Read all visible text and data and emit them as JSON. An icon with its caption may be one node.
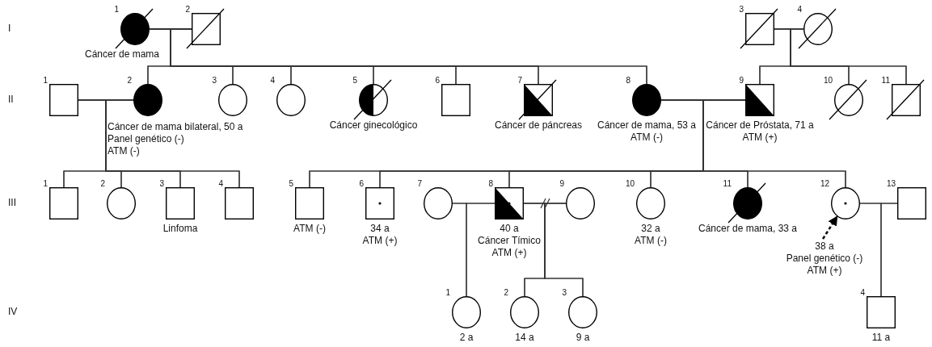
{
  "diagram": {
    "nodes": [
      {
        "text": [
          "1"
        ],
        "beside": [
          "Cáncer de mama"
        ]
      },
      {
        "text": [
          "2"
        ]
      },
      {
        "text": [
          "3"
        ]
      },
      {
        "text": [
          "4"
        ]
      },
      {
        "text": [
          "1"
        ]
      },
      {
        "text": [
          "2"
        ],
        "beside": [
          "Cáncer de mama bilateral, 50 a",
          "Panel genético (-)",
          "ATM (-)"
        ]
      },
      {
        "text": [
          "3"
        ]
      },
      {
        "text": [
          "4"
        ]
      },
      {
        "text": [
          "5"
        ],
        "beside": [
          "Cáncer ginecológico"
        ]
      },
      {
        "text": [
          "6"
        ]
      },
      {
        "text": [
          "7"
        ],
        "beside": [
          "Cáncer de páncreas"
        ]
      },
      {
        "text": [
          "8"
        ],
        "beside": [
          "Cáncer de mama, 53 a",
          "ATM (-)"
        ]
      },
      {
        "text": [
          "9"
        ],
        "beside": [
          "Cáncer de Próstata, 71 a",
          "ATM (+)"
        ]
      },
      {
        "text": [
          "10"
        ]
      },
      {
        "text": [
          "11"
        ]
      },
      {
        "text": [
          "1"
        ]
      },
      {
        "text": [
          "2"
        ]
      },
      {
        "text": [
          "3"
        ],
        "beside": [
          "Linfoma"
        ]
      },
      {
        "text": [
          "4"
        ]
      },
      {
        "text": [
          "5"
        ],
        "beside": [
          "ATM (-)"
        ]
      },
      {
        "text": [
          "6"
        ],
        "beside": [
          "34 a",
          "ATM (+)"
        ]
      },
      {
        "text": [
          "7"
        ]
      },
      {
        "text": [
          "8"
        ],
        "beside": [
          "40 a",
          "Cáncer Tímico",
          "ATM (+)"
        ]
      },
      {
        "text": [
          "9"
        ]
      },
      {
        "text": [
          "10"
        ],
        "beside": [
          "32 a",
          "ATM (-)"
        ]
      },
      {
        "text": [
          "11"
        ],
        "beside": [
          "Cáncer de mama, 33 a"
        ]
      },
      {
        "text": [
          "12"
        ],
        "beside": [
          "38 a",
          "Panel genético (-)",
          "ATM (+)"
        ]
      },
      {
        "text": [
          "13"
        ]
      },
      {
        "text": [
          "1"
        ],
        "beside": [
          "2 a"
        ]
      },
      {
        "text": [
          "2"
        ],
        "beside": [
          "14 a"
        ]
      },
      {
        "text": [
          "3"
        ],
        "beside": [
          "9 a"
        ]
      },
      {
        "text": [
          "4"
        ],
        "beside": [
          "11 a"
        ]
      }
    ],
    "edges": [
      {
        "from": 0,
        "to": 1,
        "arrow": "none"
      },
      {
        "from": 2,
        "to": 3,
        "arrow": "none"
      },
      {
        "from": 4,
        "to": 5,
        "arrow": "none"
      },
      {
        "from": 11,
        "to": 12,
        "arrow": "none"
      },
      {
        "from": 21,
        "to": 22,
        "arrow": "none"
      },
      {
        "from": 22,
        "to": 23,
        "arrow": "none"
      },
      {
        "from": 26,
        "to": 27,
        "arrow": "none"
      },
      {
        "from": 0,
        "to": 5,
        "arrow": "none"
      },
      {
        "from": 1,
        "to": 5,
        "arrow": "none"
      },
      {
        "from": 0,
        "to": 6,
        "arrow": "none"
      },
      {
        "from": 1,
        "to": 6,
        "arrow": "none"
      },
      {
        "from": 0,
        "to": 7,
        "arrow": "none"
      },
      {
        "from": 1,
        "to": 7,
        "arrow": "none"
      },
      {
        "from": 0,
        "to": 8,
        "arrow": "none"
      },
      {
        "from": 1,
        "to": 8,
        "arrow": "none"
      },
      {
        "from": 0,
        "to": 9,
        "arrow": "none"
      },
      {
        "from": 1,
        "to": 9,
        "arrow": "none"
      },
      {
        "from": 0,
        "to": 10,
        "arrow": "none"
      },
      {
        "from": 1,
        "to": 10,
        "arrow": "none"
      },
      {
        "from": 0,
        "to": 11,
        "arrow": "none"
      },
      {
        "from": 1,
        "to": 11,
        "arrow": "none"
      },
      {
        "from": 2,
        "to": 12,
        "arrow": "none"
      },
      {
        "from": 3,
        "to": 12,
        "arrow": "none"
      },
      {
        "from": 2,
        "to": 13,
        "arrow": "none"
      },
      {
        "from": 3,
        "to": 13,
        "arrow": "none"
      },
      {
        "from": 2,
        "to": 14,
        "arrow": "none"
      },
      {
        "from": 3,
        "to": 14,
        "arrow": "none"
      },
      {
        "from": 4,
        "to": 15,
        "arrow": "none"
      },
      {
        "from": 5,
        "to": 15,
        "arrow": "none"
      },
      {
        "from": 4,
        "to": 16,
        "arrow": "none"
      },
      {
        "from": 5,
        "to": 16,
        "arrow": "none"
      },
      {
        "from": 4,
        "to": 17,
        "arrow": "none"
      },
      {
        "from": 5,
        "to": 17,
        "arrow": "none"
      },
      {
        "from": 4,
        "to": 18,
        "arrow": "none"
      },
      {
        "from": 5,
        "to": 18,
        "arrow": "none"
      },
      {
        "from": 11,
        "to": 19,
        "arrow": "none"
      },
      {
        "from": 12,
        "to": 19,
        "arrow": "none"
      },
      {
        "from": 11,
        "to": 20,
        "arrow": "none"
      },
      {
        "from": 12,
        "to": 20,
        "arrow": "none"
      },
      {
        "from": 11,
        "to": 22,
        "arrow": "none"
      },
      {
        "from": 12,
        "to": 22,
        "arrow": "none"
      },
      {
        "from": 11,
        "to": 24,
        "arrow": "none"
      },
      {
        "from": 12,
        "to": 24,
        "arrow": "none"
      },
      {
        "from": 11,
        "to": 25,
        "arrow": "none"
      },
      {
        "from": 12,
        "to": 25,
        "arrow": "none"
      },
      {
        "from": 11,
        "to": 26,
        "arrow": "none"
      },
      {
        "from": 12,
        "to": 26,
        "arrow": "none"
      },
      {
        "from": 21,
        "to": 28,
        "arrow": "none"
      },
      {
        "from": 22,
        "to": 28,
        "arrow": "none"
      },
      {
        "from": 22,
        "to": 29,
        "arrow": "none"
      },
      {
        "from": 23,
        "to": 29,
        "arrow": "none"
      },
      {
        "from": 22,
        "to": 30,
        "arrow": "none"
      },
      {
        "from": 23,
        "to": 30,
        "arrow": "none"
      },
      {
        "from": 26,
        "to": 31,
        "arrow": "none"
      },
      {
        "from": 27,
        "to": 31,
        "arrow": "none"
      },
      {
        "from": null,
        "to": 26,
        "arrow": "to",
        "style": "dashed"
      }
    ],
    "labels": [
      "I",
      "II",
      "III",
      "IV"
    ]
  }
}
